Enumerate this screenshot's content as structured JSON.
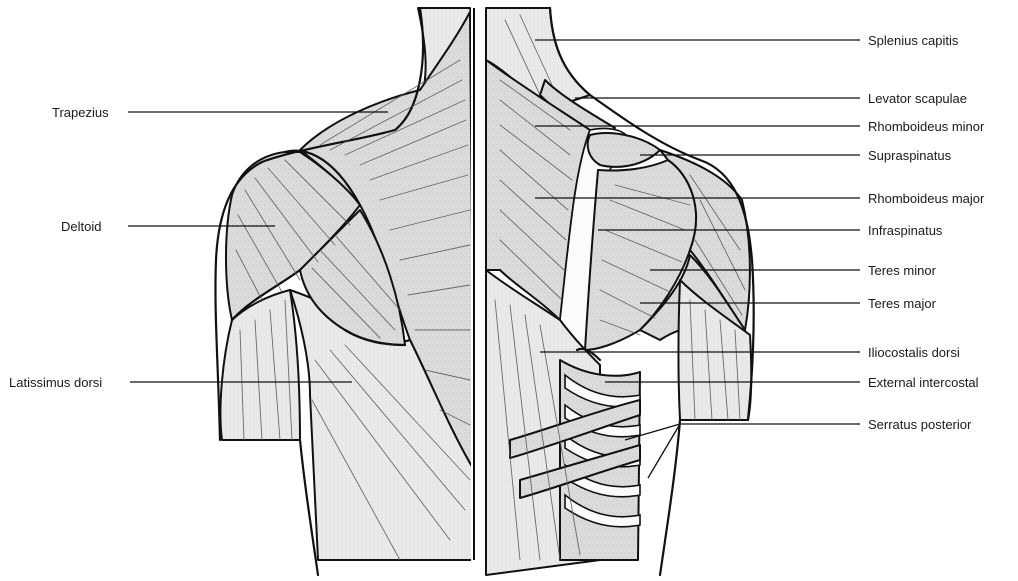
{
  "labels_left": [
    {
      "key": "trapezius",
      "text": "Trapezius"
    },
    {
      "key": "deltoid",
      "text": "Deltoid"
    },
    {
      "key": "latissimus",
      "text": "Latissimus dorsi"
    }
  ],
  "labels_right": [
    {
      "key": "splenius",
      "text": "Splenius capitis"
    },
    {
      "key": "levator",
      "text": "Levator scapulae"
    },
    {
      "key": "rhomb_minor",
      "text": "Rhomboideus minor"
    },
    {
      "key": "supraspinatus",
      "text": "Supraspinatus"
    },
    {
      "key": "rhomb_major",
      "text": "Rhomboideus major"
    },
    {
      "key": "infraspinatus",
      "text": "Infraspinatus"
    },
    {
      "key": "teres_minor",
      "text": "Teres minor"
    },
    {
      "key": "teres_major",
      "text": "Teres major"
    },
    {
      "key": "iliocostalis",
      "text": "Iliocostalis dorsi"
    },
    {
      "key": "ext_intercostal",
      "text": "External intercostal"
    },
    {
      "key": "serratus",
      "text": "Serratus posterior"
    }
  ]
}
